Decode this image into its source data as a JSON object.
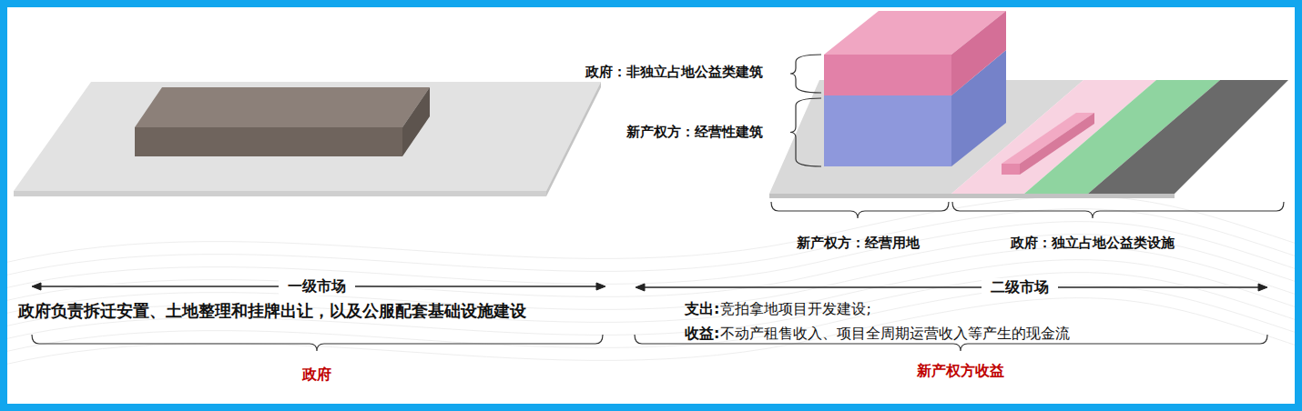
{
  "diagram": {
    "labels": [
      "政府：非独立占地公益类建筑",
      "新产权方：经营性建筑",
      "新产权方：经营用地",
      "政府：独立占地公益类设施",
      "一级市场",
      "政府负责拆迁安置、土地整理和挂牌出让，以及公服配套基础设施建设",
      "政府",
      "二级市场",
      "支出:",
      "竞拍拿地项目开发建设;",
      "收益:",
      "不动产租售收入、项目全周期运营收入等产生的现金流",
      "新产权方收益"
    ]
  }
}
